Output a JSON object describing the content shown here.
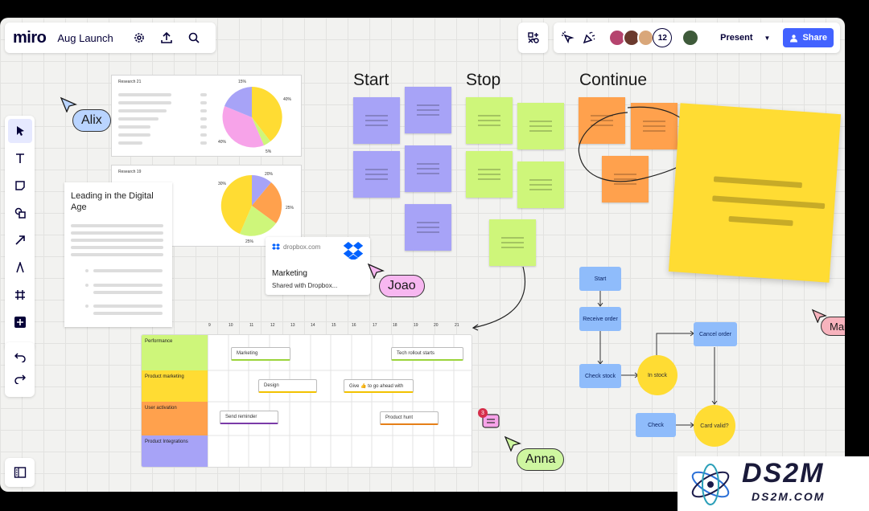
{
  "app": {
    "logo": "miro",
    "board_name": "Aug Launch"
  },
  "toolbar": {
    "settings_icon": "gear-icon",
    "upload_icon": "upload-icon",
    "search_icon": "search-icon",
    "collaborator_count": "12",
    "present_label": "Present",
    "share_label": "Share"
  },
  "research": [
    {
      "title": "Research 21",
      "labels": [
        "15%",
        "40%",
        "40%",
        "5%"
      ]
    },
    {
      "title": "Research 19",
      "labels": [
        "30%",
        "20%",
        "25%",
        "25%"
      ]
    }
  ],
  "article": {
    "title": "Leading in the Digital Age"
  },
  "dropbox": {
    "source": "dropbox.com",
    "title": "Marketing",
    "subtitle": "Shared with Dropbox..."
  },
  "retro": {
    "start": "Start",
    "stop": "Stop",
    "continue": "Continue"
  },
  "flow": {
    "start": "Start",
    "receive": "Receive order",
    "check_stock": "Check stock",
    "in_stock": "In stock",
    "cancel": "Cancel order",
    "check": "Check",
    "valid": "Card valid?"
  },
  "gantt": {
    "days": [
      "9",
      "10",
      "11",
      "12",
      "13",
      "14",
      "15",
      "16",
      "17",
      "18",
      "19",
      "20",
      "21"
    ],
    "rows": [
      "Performance",
      "Product marketing",
      "User activation",
      "Product Integrations"
    ],
    "tasks": {
      "marketing": "Marketing",
      "tech": "Tech rollout starts",
      "design": "Design",
      "give": "Give 👍 to go ahead with",
      "reminder": "Send reminder",
      "hunt": "Product hunt"
    }
  },
  "comment": {
    "count": "3"
  },
  "cursors": {
    "alix": "Alix",
    "joao": "Joao",
    "maria": "Maria",
    "anna": "Anna"
  },
  "watermark": {
    "brand": "DS2M",
    "url": "DS2M.COM"
  },
  "colors": {
    "accent": "#4262ff",
    "sticky_purple": "#a7a3f7",
    "sticky_green": "#cef67a",
    "sticky_orange": "#ffa14d",
    "sticky_yellow": "#ffdc33"
  }
}
